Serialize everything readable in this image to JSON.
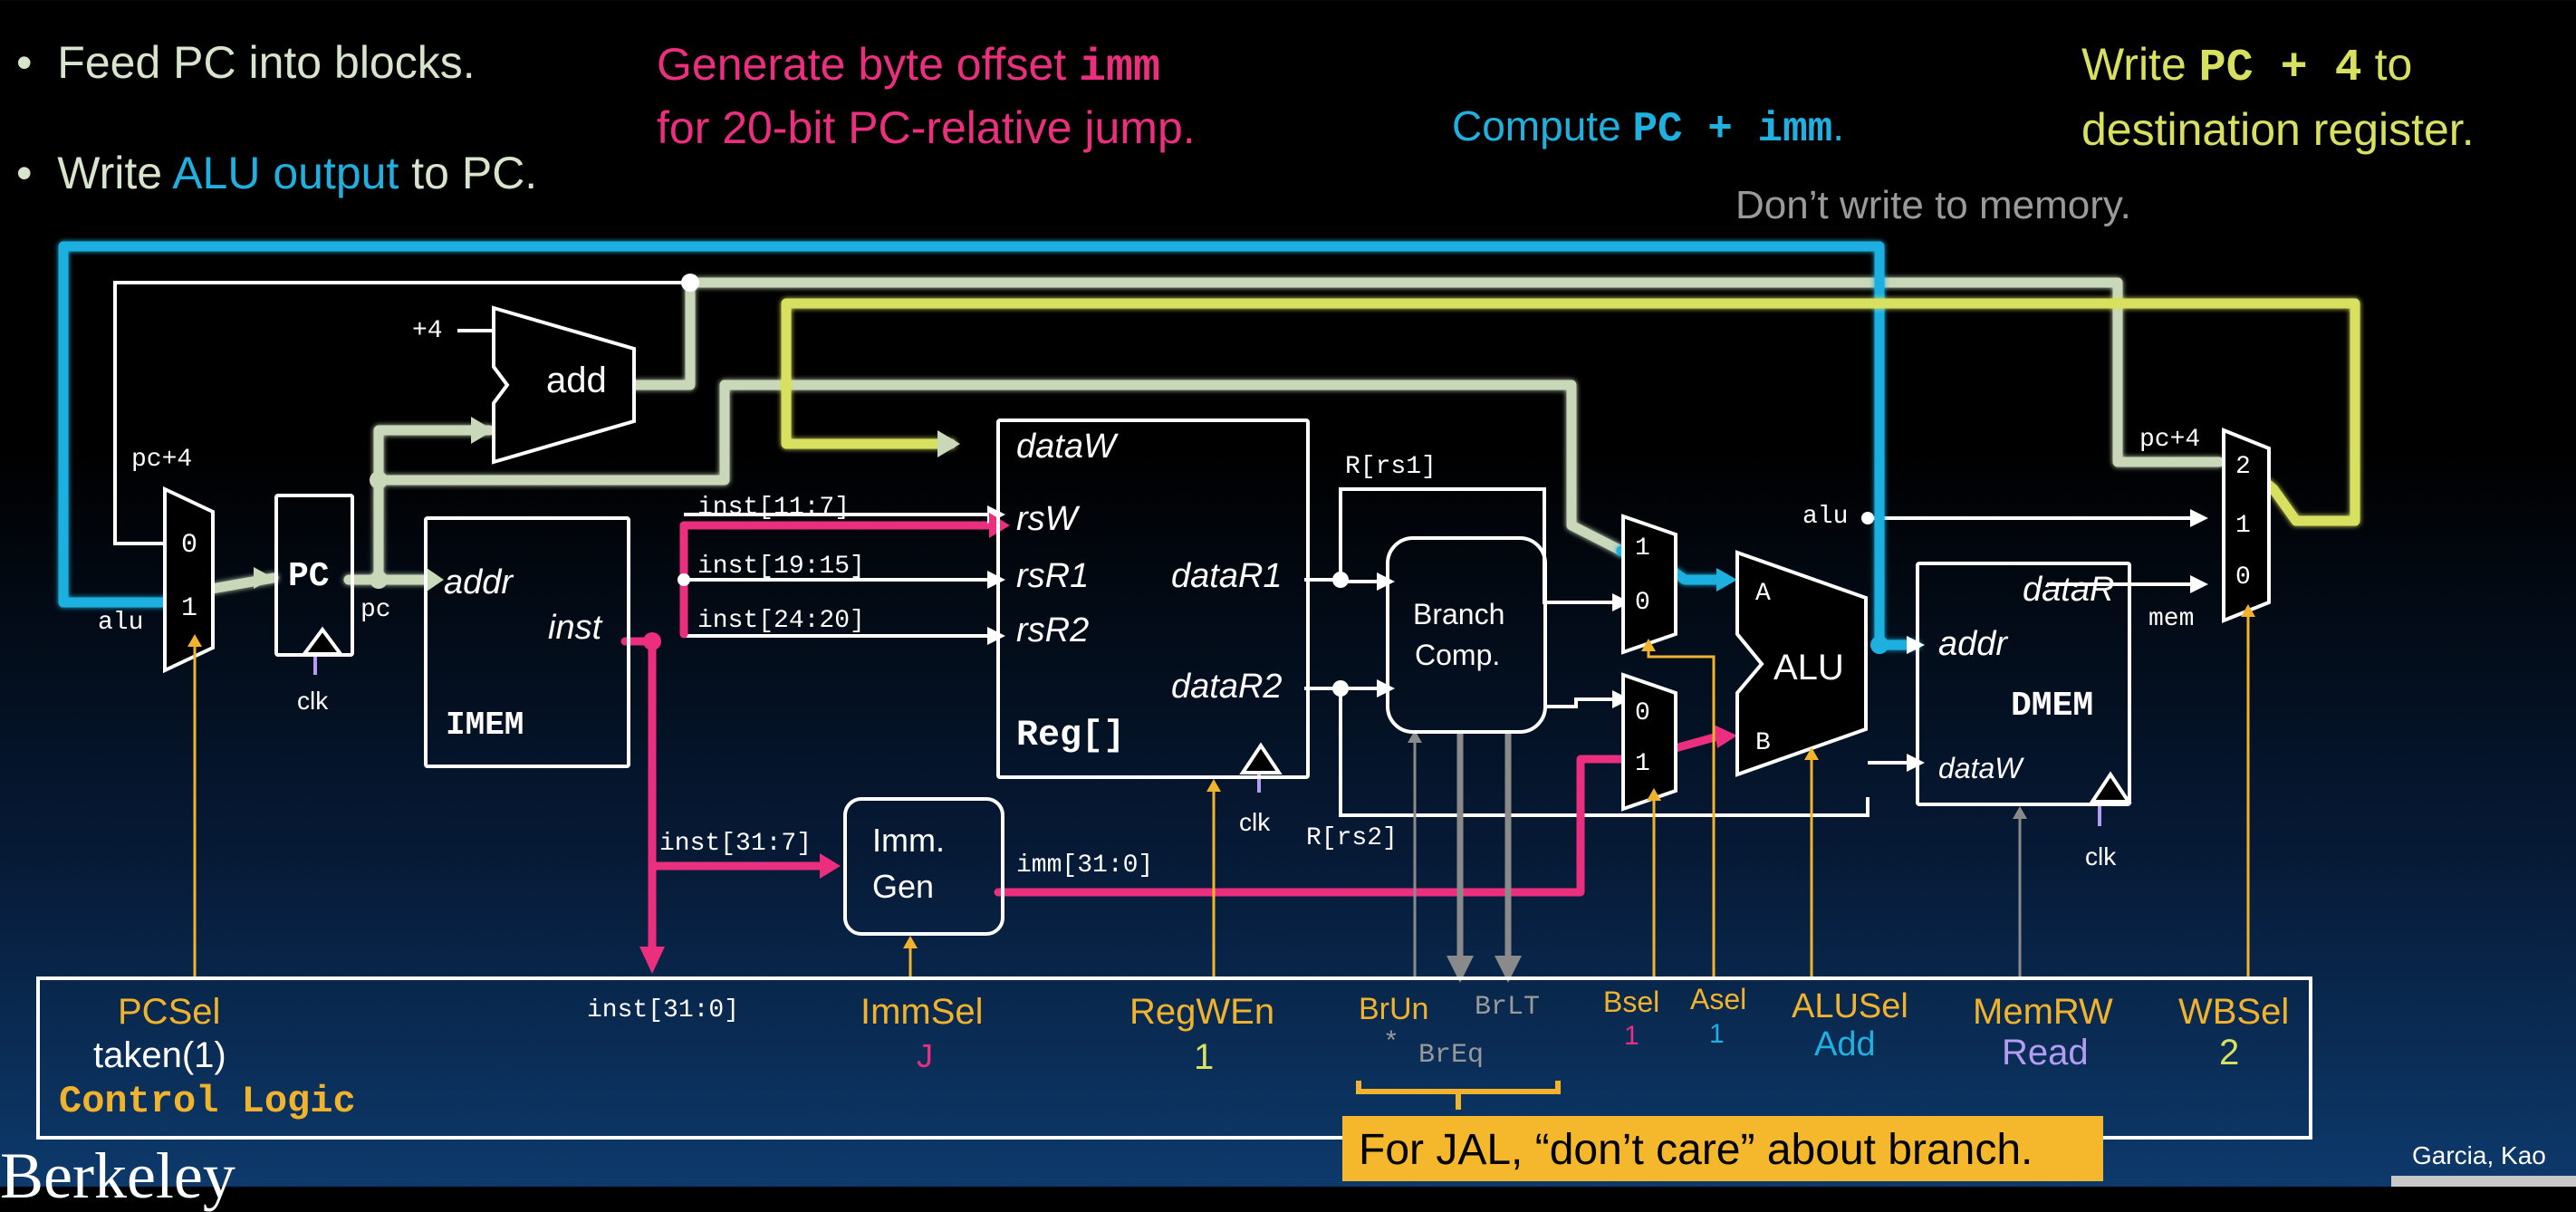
{
  "notes": {
    "bullet1": "Feed PC into blocks.",
    "bullet2_pre": "Write ",
    "bullet2_alu": "ALU output",
    "bullet2_post": " to PC.",
    "imm_line1_pre": "Generate byte offset ",
    "imm_line1_code": "imm",
    "imm_line2": "for 20-bit PC-relative jump.",
    "compute_pre": "Compute ",
    "compute_code": "PC + imm",
    "compute_post": ".",
    "write_pre": "Write ",
    "write_code": "PC + 4",
    "write_post": " to",
    "write_line2": "destination register.",
    "no_mem": "Don’t write to memory.",
    "jal_note": "For JAL, “don’t care” about branch."
  },
  "labels": {
    "plus4": "+4",
    "add": "add",
    "pc_plus4_left": "pc+4",
    "alu_left": "alu",
    "mux0": "0",
    "mux1": "1",
    "pc_reg": "PC",
    "pc_out": "pc",
    "clk": "clk",
    "imem_addr": "addr",
    "imem_inst": "inst",
    "imem_name": "IMEM",
    "inst_11_7": "inst[11:7]",
    "inst_19_15": "inst[19:15]",
    "inst_24_20": "inst[24:20]",
    "inst_31_7": "inst[31:7]",
    "inst_31_0": "inst[31:0]",
    "dataW": "dataW",
    "rsW": "rsW",
    "rsR1": "rsR1",
    "rsR2": "rsR2",
    "dataR1": "dataR1",
    "dataR2": "dataR2",
    "reg_name": "Reg[]",
    "r_rs1": "R[rs1]",
    "r_rs2": "R[rs2]",
    "branch_comp_1": "Branch",
    "branch_comp_2": "Comp.",
    "imm_gen_1": "Imm.",
    "imm_gen_2": "Gen",
    "imm_31_0": "imm[31:0]",
    "alu_a": "A",
    "alu_b": "B",
    "alu_name": "ALU",
    "alu_wire": "alu",
    "dmem_addr": "addr",
    "dmem_dataR": "dataR",
    "dmem_dataW": "dataW",
    "dmem_name": "DMEM",
    "wb_pc4": "pc+4",
    "wb_mem": "mem",
    "wb_2": "2"
  },
  "control": {
    "pcsel_label": "PCSel",
    "pcsel_value": "taken(1)",
    "title": "Control Logic",
    "inst": "inst[31:0]",
    "immsel_label": "ImmSel",
    "immsel_value": "J",
    "regwen_label": "RegWEn",
    "regwen_value": "1",
    "brun_label": "BrUn",
    "brun_value": "*",
    "brlt_label": "BrLT",
    "breq_label": "BrEq",
    "bsel_label": "Bsel",
    "bsel_value": "1",
    "asel_label": "Asel",
    "asel_value": "1",
    "alusel_label": "ALUSel",
    "alusel_value": "Add",
    "memrw_label": "MemRW",
    "memrw_value": "Read",
    "wbsel_label": "WBSel",
    "wbsel_value": "2"
  },
  "footer": {
    "authors": "Garcia, Kao",
    "logo": "Berkeley"
  },
  "colors": {
    "pc_plus4_path": "#c8d8b8",
    "alu_path": "#1fb0e0",
    "imm_path": "#ec2e7f",
    "writeback_path": "#d8e060",
    "control": "#f2b32c"
  }
}
